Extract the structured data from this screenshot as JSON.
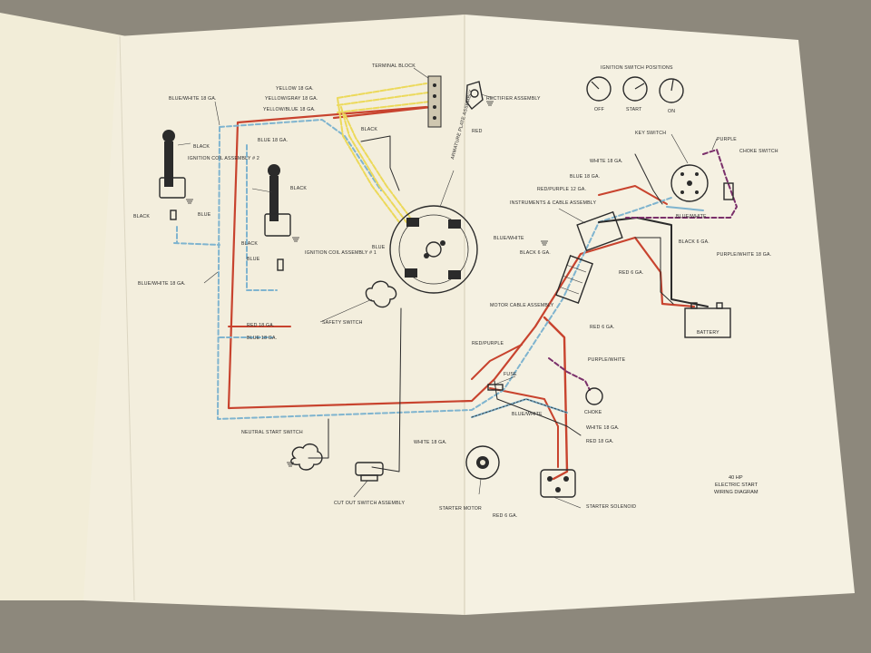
{
  "diagram": {
    "title_lines": [
      "40 HP",
      "ELECTRIC START",
      "WIRING DIAGRAM"
    ],
    "ignition_switch_positions": {
      "heading": "IGNITION SWITCH POSITIONS",
      "positions": [
        "OFF",
        "START",
        "ON"
      ]
    },
    "labels": {
      "terminal_block": "TERMINAL BLOCK",
      "rectifier": "RECTIFIER ASSEMBLY",
      "yellow": "YELLOW 18 GA.",
      "yellow_gray": "YELLOW/GRAY 18 GA.",
      "yellow_blue": "YELLOW/BLUE 18 GA.",
      "blue_white_top": "BLUE/WHITE 18 GA.",
      "red_top": "RED",
      "black_top": "BLACK",
      "blue_18_top": "BLUE 18 GA.",
      "armature_plate": "ARMATURE PLATE ASSEMBLY",
      "black_coil2": "BLACK",
      "ignition_coil_2": "IGNITION COIL ASSEMBLY # 2",
      "black_coil2_lower": "BLACK",
      "blue_coil2": "BLUE",
      "black_coil1": "BLACK",
      "black_coil1_lower": "BLACK",
      "ignition_coil_1": "IGNITION COIL ASSEMBLY # 1",
      "blue_coil1": "BLUE",
      "blue_armature": "BLUE",
      "blue_white_armature": "BLUE/WHITE",
      "blue_white_left": "BLUE/WHITE 18 GA.",
      "red_18": "RED 18 GA.",
      "blue_18": "BLUE 18 GA.",
      "safety_switch": "SAFETY SWITCH",
      "key_switch": "KEY SWITCH",
      "purple": "PURPLE",
      "choke_switch": "CHOKE SWITCH",
      "white_18_top": "WHITE 18 GA.",
      "blue_18_right": "BLUE 18 GA.",
      "red_purple_12": "RED/PURPLE 12 GA.",
      "instruments_cable": "INSTRUMENTS & CABLE ASSEMBLY",
      "black_6_left": "BLACK 6 GA.",
      "black_6_right": "BLACK 6 GA.",
      "blue_white_right": "BLUE/WHITE",
      "purple_white_18": "PURPLE/WHITE 18 GA.",
      "red_6_top": "RED 6 GA.",
      "battery": "BATTERY",
      "motor_cable": "MOTOR CABLE ASSEMBLY",
      "red_6_mid": "RED 6 GA.",
      "red_purple": "RED/PURPLE",
      "purple_white": "PURPLE/WHITE",
      "fuse": "FUSE",
      "choke": "CHOKE",
      "blue_white_mid": "BLUE/WHITE",
      "white_18_mid": "WHITE 18 GA.",
      "red_18_lower": "RED 18 GA.",
      "neutral_start": "NEUTRAL START SWITCH",
      "white_18_bottom": "WHITE 18 GA.",
      "cut_out": "CUT OUT SWITCH ASSEMBLY",
      "starter_motor": "STARTER MOTOR",
      "red_6_bottom": "RED 6 GA.",
      "starter_solenoid": "STARTER SOLENOID"
    },
    "wire_colors": {
      "red": "#c8432e",
      "blue": "#7fb4cf",
      "yellow": "#ecd95a",
      "purple": "#7a2f6a",
      "black": "#2b2b2b",
      "paper": "#f3eedd"
    }
  }
}
